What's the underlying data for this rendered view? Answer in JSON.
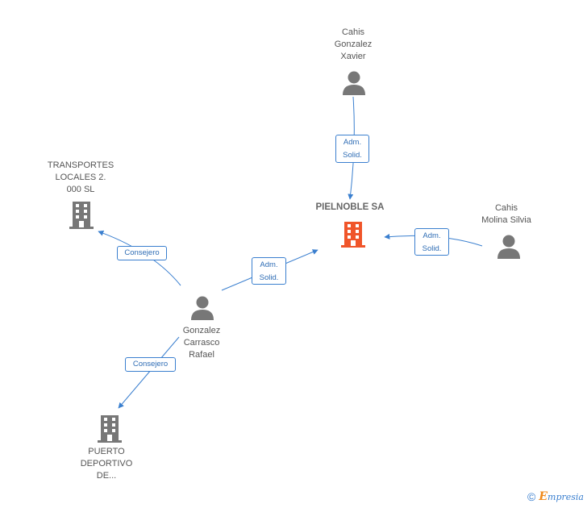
{
  "nodes": {
    "pielnoble": {
      "label": "PIELNOBLE SA",
      "icon": "building-icon",
      "color": "#f0552a"
    },
    "transportes": {
      "label": "TRANSPORTES\nLOCALES 2.\n000 SL",
      "icon": "building-icon",
      "color": "#777777"
    },
    "puerto": {
      "label": "PUERTO\nDEPORTIVO\nDE...",
      "icon": "building-icon",
      "color": "#777777"
    },
    "cahis_xavier": {
      "label": "Cahis\nGonzalez\nXavier",
      "icon": "person-icon",
      "color": "#777777"
    },
    "cahis_silvia": {
      "label": "Cahis\nMolina Silvia",
      "icon": "person-icon",
      "color": "#777777"
    },
    "gonzalez_rafael": {
      "label": "Gonzalez\nCarrasco\nRafael",
      "icon": "person-icon",
      "color": "#777777"
    }
  },
  "edges": {
    "xavier_pielnoble": {
      "label": "Adm.\nSolid."
    },
    "silvia_pielnoble": {
      "label": "Adm.\nSolid."
    },
    "rafael_pielnoble": {
      "label": "Adm.\nSolid."
    },
    "rafael_transportes": {
      "label": "Consejero"
    },
    "rafael_puerto": {
      "label": "Consejero"
    }
  },
  "edge_color": "#3a7fcf",
  "footer": {
    "copyright": "©",
    "brand_initial": "E",
    "brand_rest": "mpresia"
  }
}
